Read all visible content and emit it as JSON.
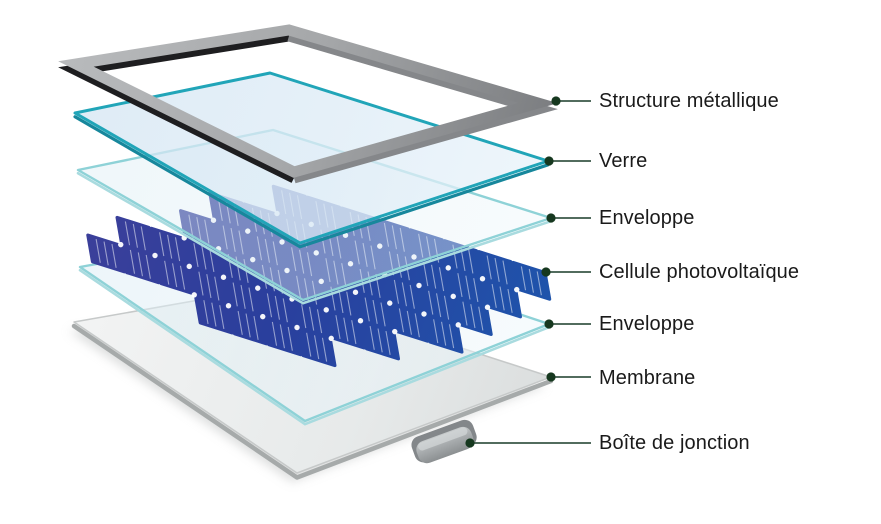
{
  "diagram": {
    "kind": "exploded-layer-diagram"
  },
  "layers": [
    {
      "id": "frame",
      "label": "Structure métallique"
    },
    {
      "id": "glass",
      "label": "Verre"
    },
    {
      "id": "encapsulant-top",
      "label": "Enveloppe"
    },
    {
      "id": "cells",
      "label": "Cellule photovoltaïque"
    },
    {
      "id": "encapsulant-bottom",
      "label": "Enveloppe"
    },
    {
      "id": "backsheet",
      "label": "Membrane"
    },
    {
      "id": "junction-box",
      "label": "Boîte de jonction"
    }
  ],
  "colors": {
    "background": "#ffffff",
    "label_text": "#1a1a1a",
    "leader_line": "#3a5747",
    "leader_dot": "#16381f",
    "glass_teal": "#21a5b8",
    "envelope_teal": "#8ed2d7",
    "cell_blue_dark": "#3c3f9a",
    "cell_blue_mid": "#2a3f9d",
    "cell_blue_bright": "#1e55ac",
    "frame_gray": "#a7a9ab",
    "membrane_gray": "#dcdfdf"
  }
}
